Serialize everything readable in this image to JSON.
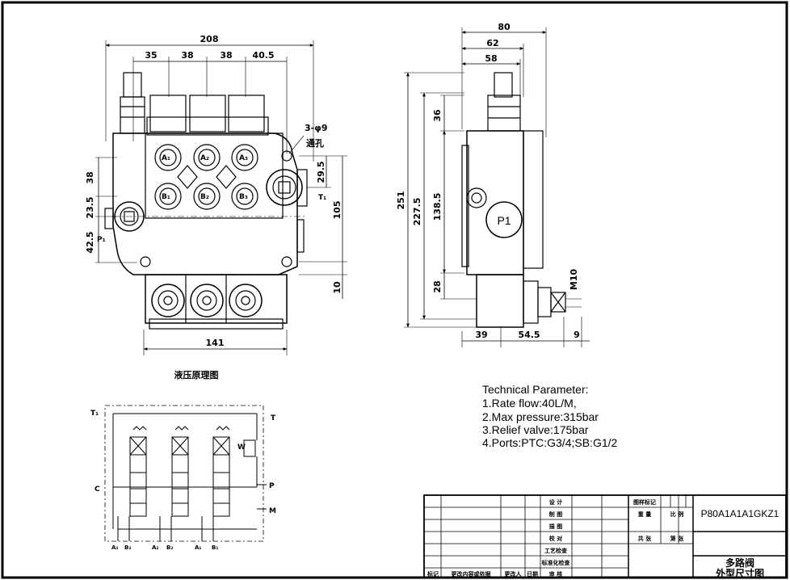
{
  "front_view": {
    "dims": {
      "overall_width": "208",
      "seg_1": "35",
      "seg_2": "38",
      "seg_3": "38",
      "seg_4": "40.5",
      "bottom_width": "141",
      "left_38": "38",
      "left_23_5": "23.5",
      "left_42_5": "42.5",
      "right_29_5": "29.5",
      "right_105": "105",
      "right_10": "10",
      "holes": "3-φ9",
      "through_hole": "通孔"
    },
    "port_labels": {
      "a1": "A₁",
      "a2": "A₂",
      "a3": "A₃",
      "b1": "B₁",
      "b2": "B₂",
      "b3": "B₃",
      "p1": "P₁",
      "t1": "T₁"
    }
  },
  "side_view": {
    "dims": {
      "w80": "80",
      "w62": "62",
      "w58": "58",
      "h251": "251",
      "h227_5": "227.5",
      "h138_5": "138.5",
      "h36": "36",
      "h28": "28",
      "b39": "39",
      "b54_5": "54.5",
      "b9": "9",
      "m10": "M10"
    },
    "port_label": "P1"
  },
  "schematic": {
    "title": "液压原理图",
    "labels": {
      "t1": "T₁",
      "t": "T",
      "c": "C",
      "p": "P",
      "m": "M",
      "a3": "A₃",
      "b3": "B₃",
      "a2": "A₂",
      "b2": "B₂",
      "a1": "A₁",
      "b1": "B₁",
      "w": "W"
    }
  },
  "tech_params": {
    "heading": "Technical Parameter:",
    "items": [
      "1.Rate flow:40L/M,",
      "2.Max pressure:315bar",
      "3.Relief valve:175bar",
      "4.Ports:PTC:G3/4;SB:G1/2"
    ]
  },
  "title_block": {
    "design": "设 计",
    "drawing": "制 图",
    "trace": "描 图",
    "proof": "校 对",
    "process_check": "工艺检查",
    "standard_check": "标准化检查",
    "review": "审 核",
    "mark": "标记",
    "change_basis": "更改内容或依据",
    "changer": "更改人",
    "date": "日期",
    "sample_mark": "图样标记",
    "weight": "重 量",
    "scale": "比 例",
    "sheets_total": "共 张",
    "sheet_no": "第 张",
    "part_number": "P80A1A1A1GKZ1",
    "name_line1": "多路阀",
    "name_line2": "外型尺寸图"
  }
}
